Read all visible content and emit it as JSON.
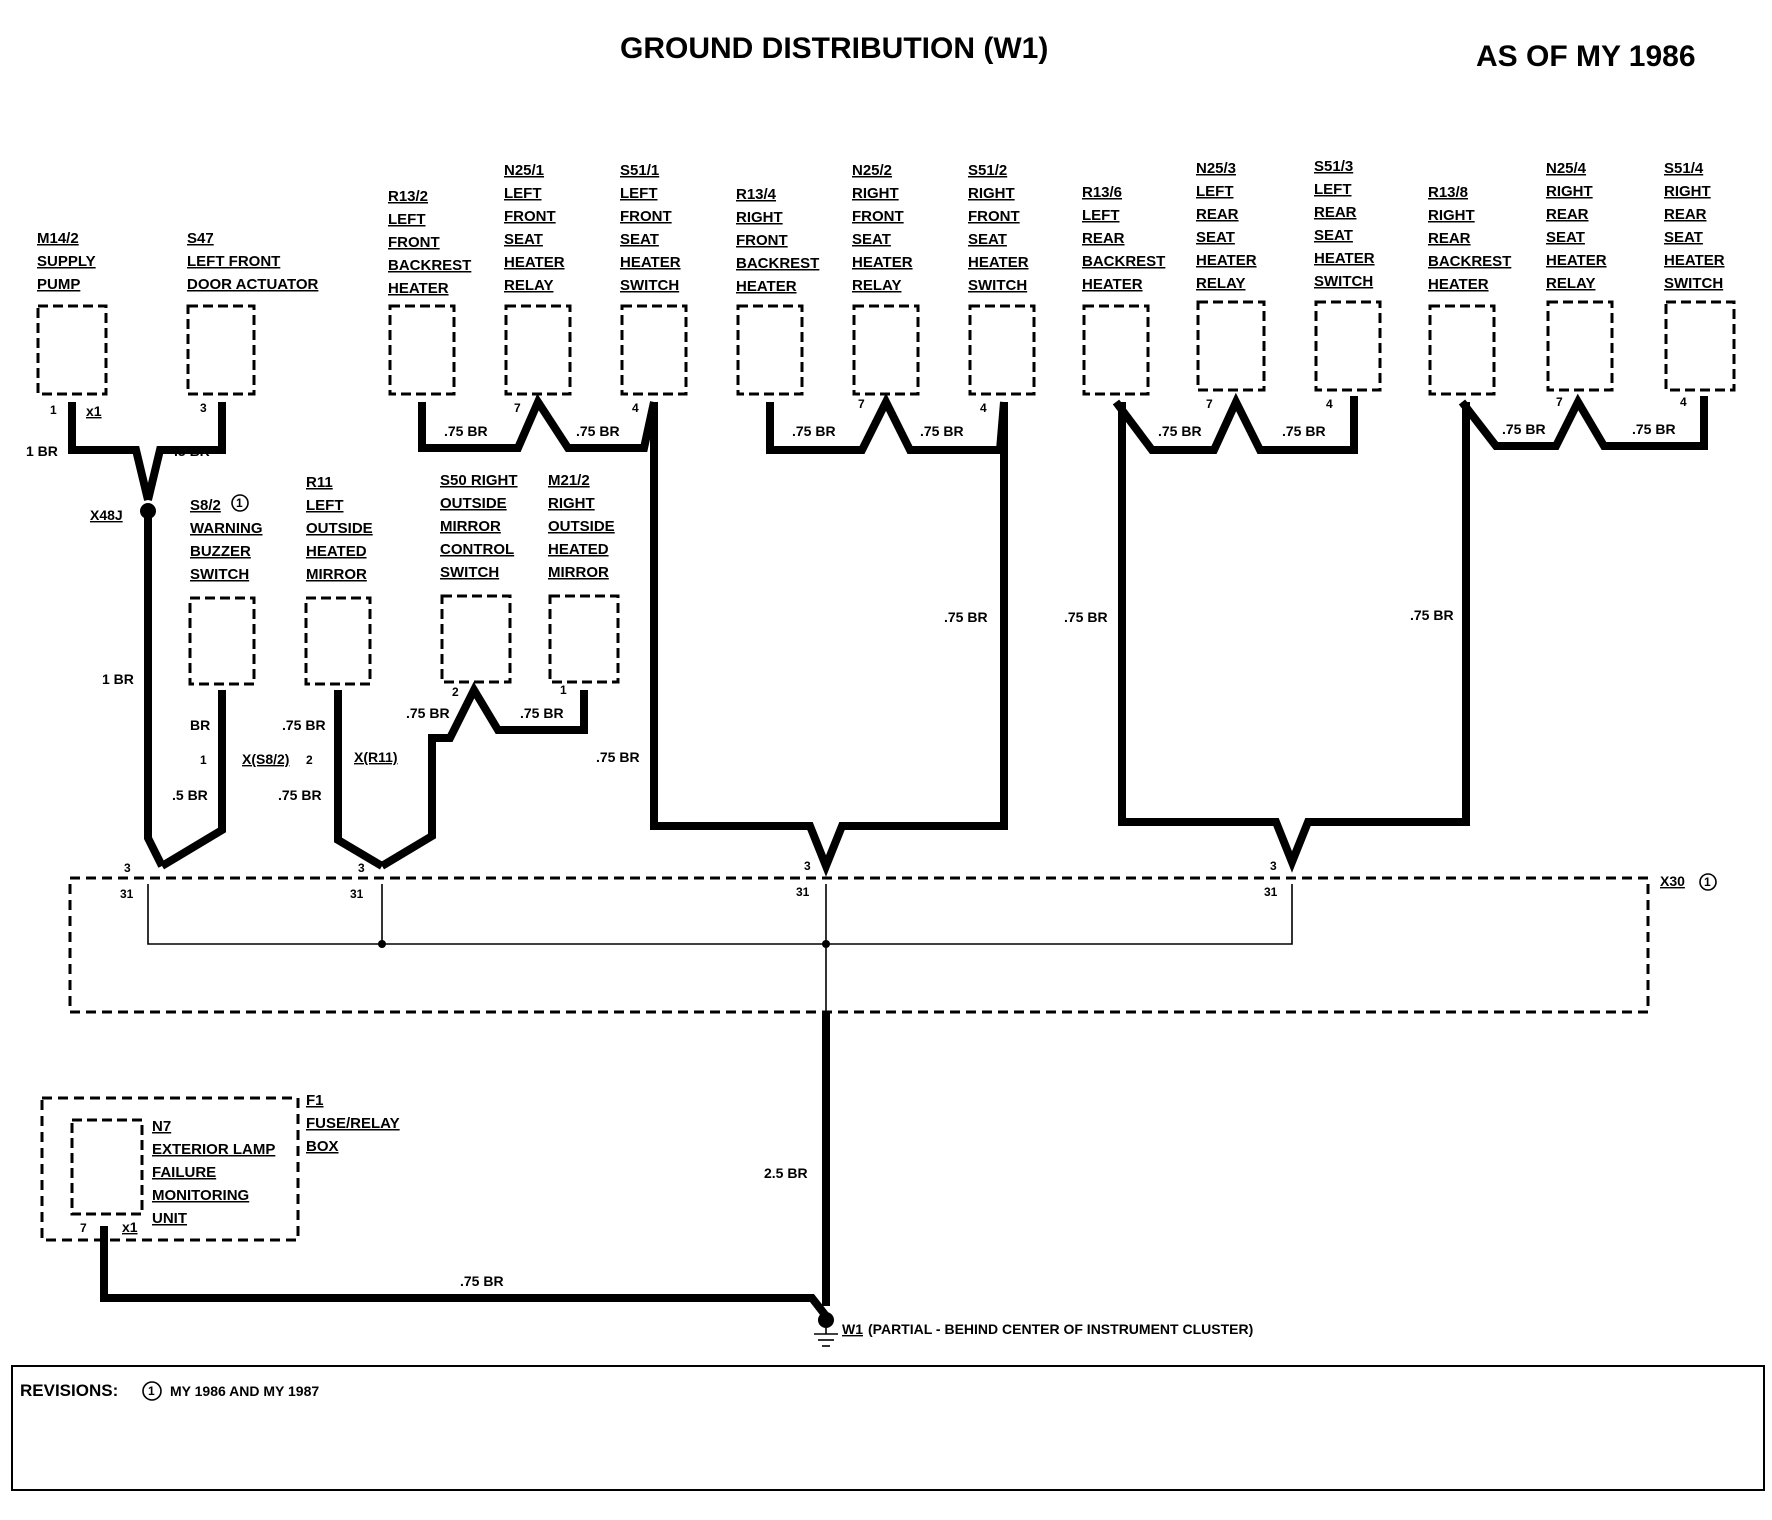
{
  "title": "GROUND DISTRIBUTION (W1)",
  "subtitle": "AS OF MY 1986",
  "components": {
    "m14_2": [
      "M14/2",
      "SUPPLY",
      "PUMP"
    ],
    "s47": [
      "S47",
      "LEFT FRONT",
      "DOOR ACTUATOR"
    ],
    "r13_2": [
      "R13/2",
      "LEFT",
      "FRONT",
      "BACKREST",
      "HEATER"
    ],
    "n25_1": [
      "N25/1",
      "LEFT",
      "FRONT",
      "SEAT",
      "HEATER",
      "RELAY"
    ],
    "s51_1": [
      "S51/1",
      "LEFT",
      "FRONT",
      "SEAT",
      "HEATER",
      "SWITCH"
    ],
    "r13_4": [
      "R13/4",
      "RIGHT",
      "FRONT",
      "BACKREST",
      "HEATER"
    ],
    "n25_2": [
      "N25/2",
      "RIGHT",
      "FRONT",
      "SEAT",
      "HEATER",
      "RELAY"
    ],
    "s51_2": [
      "S51/2",
      "RIGHT",
      "FRONT",
      "SEAT",
      "HEATER",
      "SWITCH"
    ],
    "r13_6": [
      "R13/6",
      "LEFT",
      "REAR",
      "BACKREST",
      "HEATER"
    ],
    "n25_3": [
      "N25/3",
      "LEFT",
      "REAR",
      "SEAT",
      "HEATER",
      "RELAY"
    ],
    "s51_3": [
      "S51/3",
      "LEFT",
      "REAR",
      "SEAT",
      "HEATER",
      "SWITCH"
    ],
    "r13_8": [
      "R13/8",
      "RIGHT",
      "REAR",
      "BACKREST",
      "HEATER"
    ],
    "n25_4": [
      "N25/4",
      "RIGHT",
      "REAR",
      "SEAT",
      "HEATER",
      "RELAY"
    ],
    "s51_4": [
      "S51/4",
      "RIGHT",
      "REAR",
      "SEAT",
      "HEATER",
      "SWITCH"
    ],
    "s8_2": [
      "S8/2",
      "WARNING",
      "BUZZER",
      "SWITCH"
    ],
    "r11": [
      "R11",
      "LEFT",
      "OUTSIDE",
      "HEATED",
      "MIRROR"
    ],
    "s50": [
      "S50 RIGHT",
      "OUTSIDE",
      "MIRROR",
      "CONTROL",
      "SWITCH"
    ],
    "m21_2": [
      "M21/2",
      "RIGHT",
      "OUTSIDE",
      "HEATED",
      "MIRROR"
    ],
    "n7": [
      "N7",
      "EXTERIOR LAMP",
      "FAILURE",
      "MONITORING",
      "UNIT"
    ],
    "f1": [
      "F1",
      "FUSE/RELAY",
      "BOX"
    ]
  },
  "connectors": {
    "x48j": "X48J",
    "x30": "X30",
    "x1": "x1",
    "x_s8_2": "X(S8/2)",
    "x_r11": "X(R11)"
  },
  "wires": {
    "br_1": "1 BR",
    "br_05": ".5 BR",
    "br_075": ".75 BR",
    "br_25": "2.5 BR",
    "br": "BR"
  },
  "pins": {
    "p1": "1",
    "p2": "2",
    "p3": "3",
    "p4": "4",
    "p7": "7",
    "p31": "31"
  },
  "revision_marker": "1",
  "ground_point": "W1",
  "ground_desc": "(PARTIAL - BEHIND CENTER OF INSTRUMENT CLUSTER)",
  "revisions_label": "REVISIONS:",
  "revisions_text": "MY 1986 AND MY 1987"
}
